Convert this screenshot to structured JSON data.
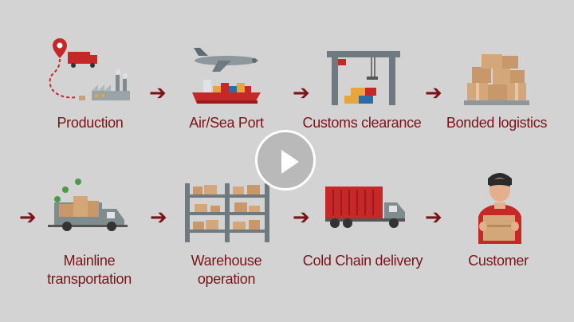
{
  "steps": [
    {
      "label": "Production",
      "icon": "factory-truck-icon"
    },
    {
      "label": "Air/Sea Port",
      "icon": "plane-ship-icon"
    },
    {
      "label": "Customs clearance",
      "icon": "gantry-crane-icon"
    },
    {
      "label": "Bonded logistics",
      "icon": "stacked-boxes-icon"
    },
    {
      "label": "Mainline transportation",
      "line1": "Mainline",
      "line2": "transportation",
      "icon": "delivery-truck-icon"
    },
    {
      "label": "Warehouse operation",
      "line1": "Warehouse",
      "line2": "operation",
      "icon": "warehouse-shelf-icon"
    },
    {
      "label": "Cold Chain delivery",
      "icon": "container-truck-icon"
    },
    {
      "label": "Customer",
      "icon": "customer-icon"
    }
  ],
  "arrow_glyph": "➔",
  "colors": {
    "accent": "#7a1418",
    "background": "#d3d3d3",
    "container_red": "#c62828",
    "truck_gray": "#7f8c8d"
  },
  "video": {
    "control": "play"
  }
}
